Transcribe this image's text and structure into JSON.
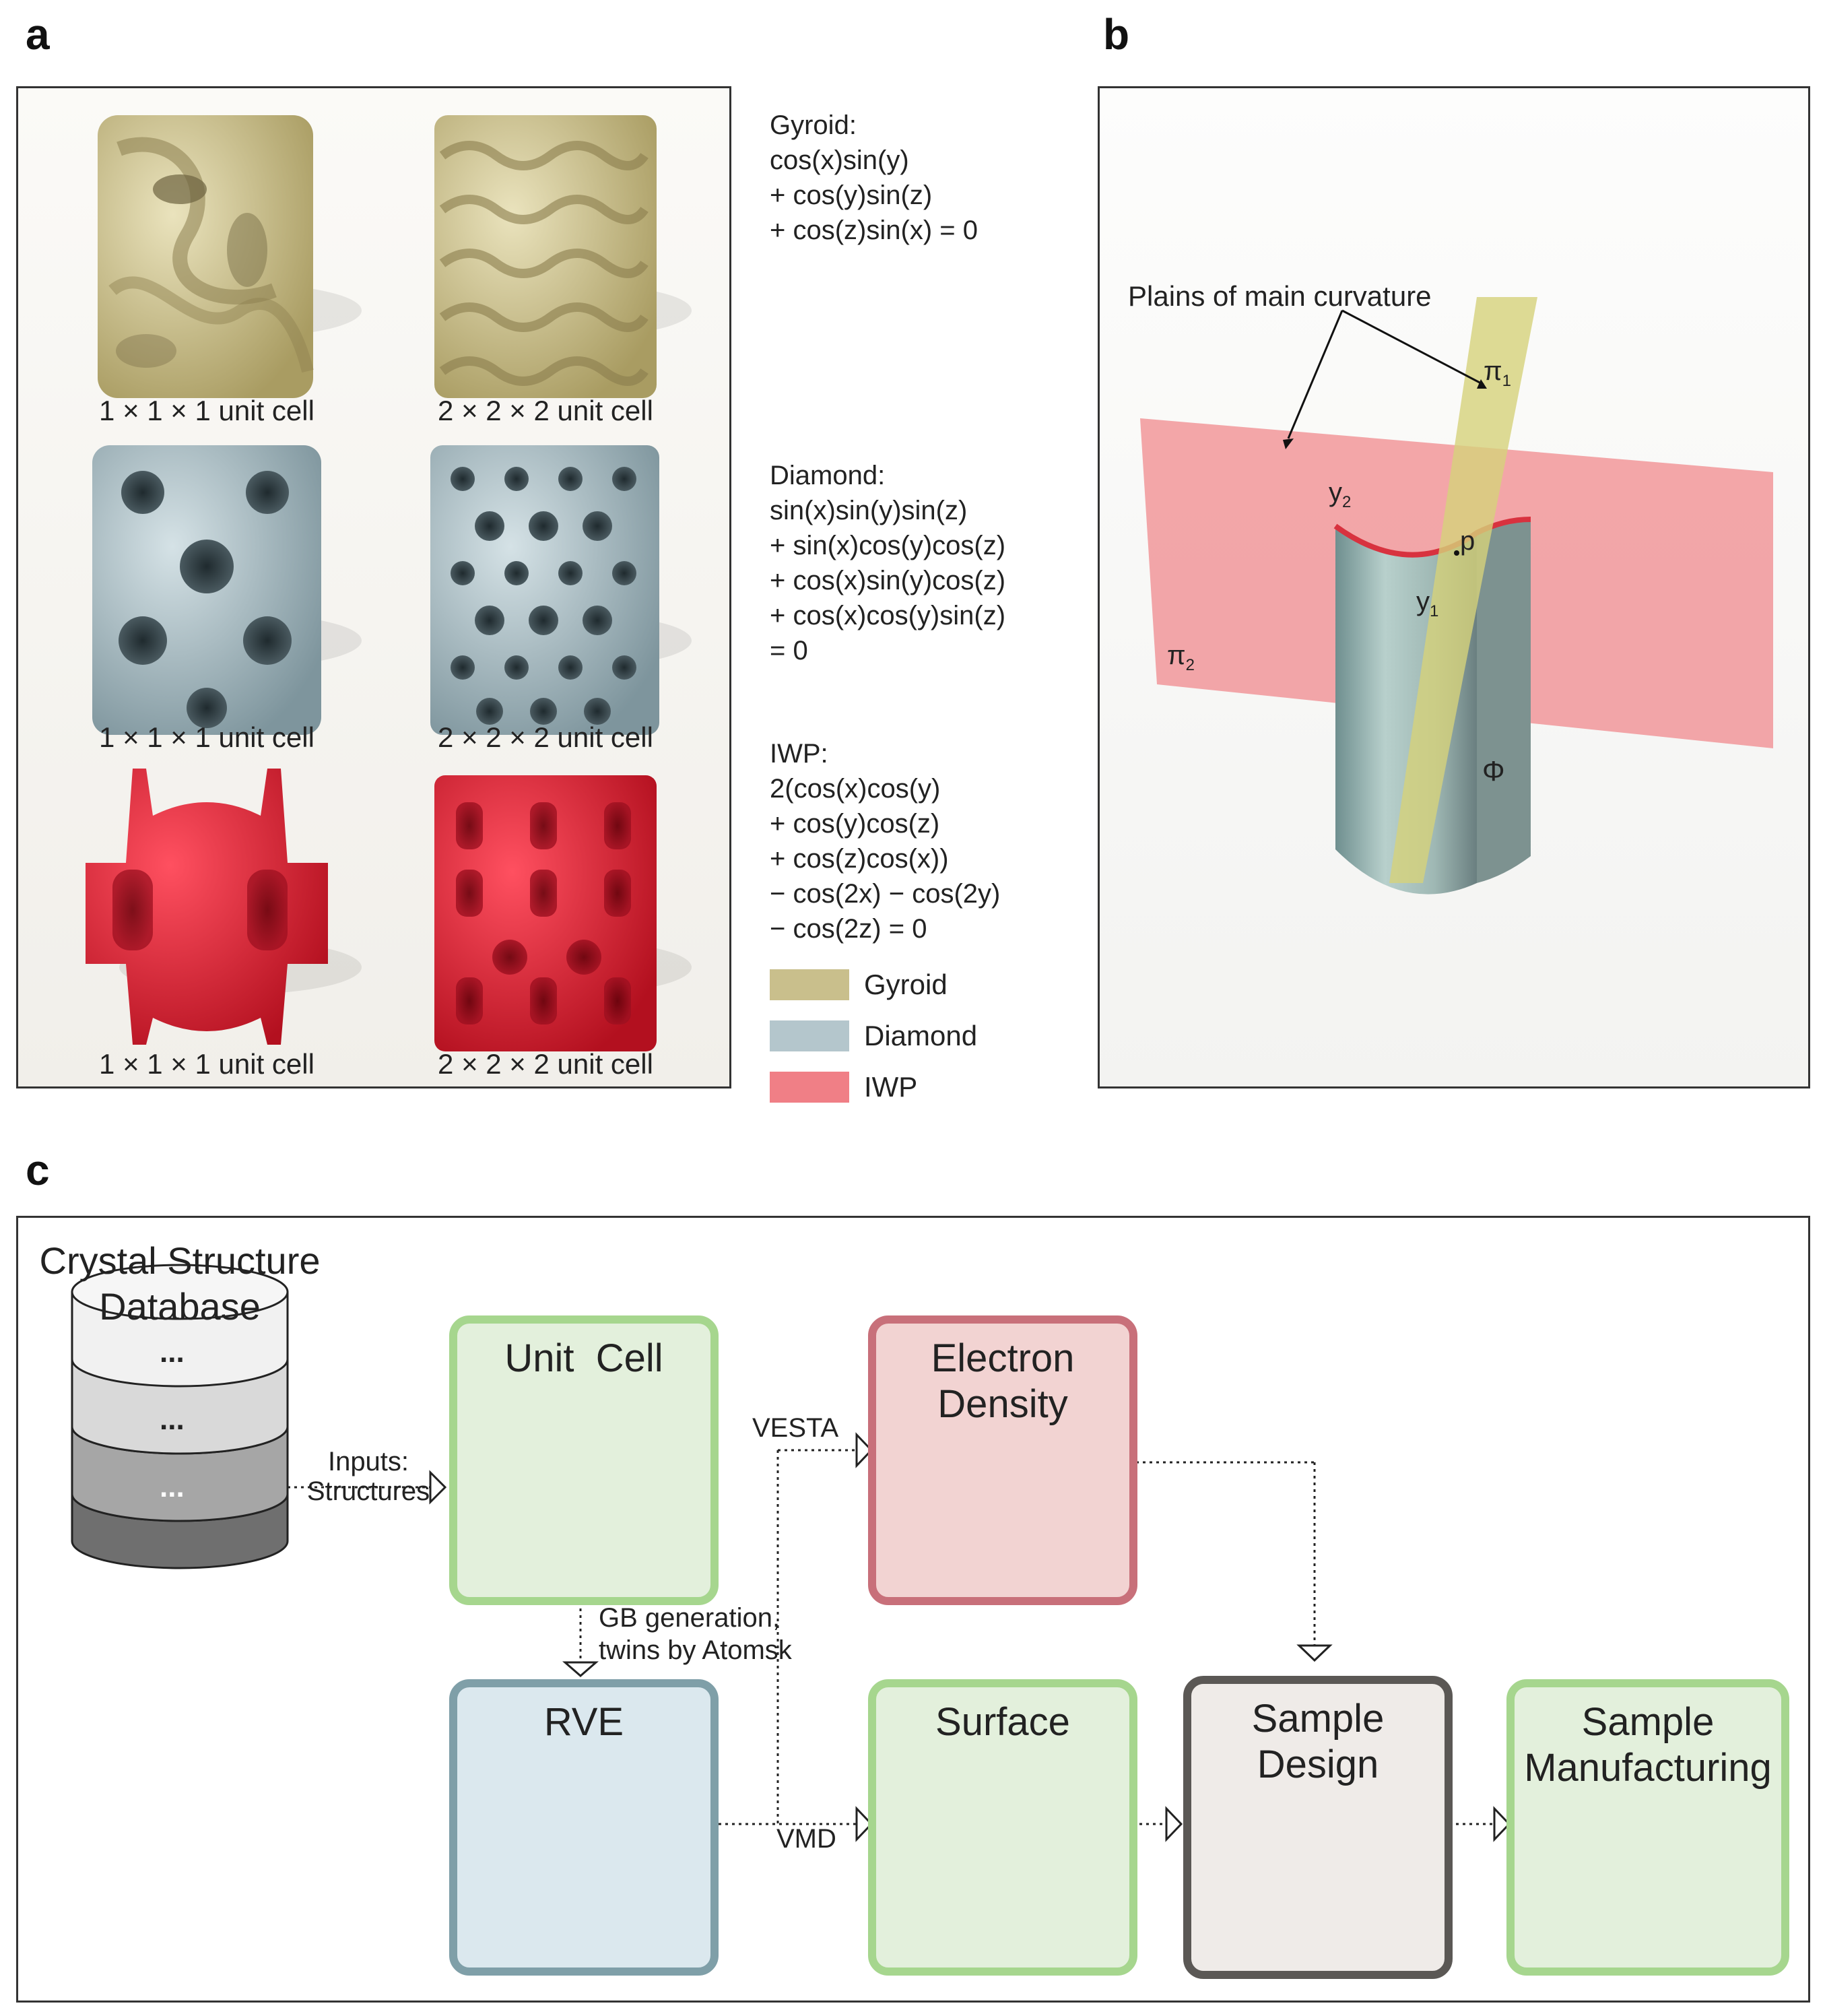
{
  "panels": {
    "a": "a",
    "b": "b",
    "c": "c"
  },
  "panel_a": {
    "unit_cell_captions": {
      "single": "1 × 1 × 1 unit cell",
      "double": "2 × 2 × 2 unit cell"
    },
    "equations": {
      "gyroid": [
        "Gyroid:",
        "cos(x)sin(y)",
        "+ cos(y)sin(z)",
        "+ cos(z)sin(x) = 0"
      ],
      "diamond": [
        "Diamond:",
        "sin(x)sin(y)sin(z)",
        "+ sin(x)cos(y)cos(z)",
        "+ cos(x)sin(y)cos(z)",
        "+ cos(x)cos(y)sin(z)",
        "= 0"
      ],
      "iwp": [
        "IWP:",
        "2(cos(x)cos(y)",
        "+ cos(y)cos(z)",
        "+ cos(z)cos(x))",
        "− cos(2x) − cos(2y)",
        "− cos(2z) = 0"
      ]
    },
    "legend": [
      {
        "label": "Gyroid",
        "color": "#c9bf8c"
      },
      {
        "label": "Diamond",
        "color": "#b4c6cc"
      },
      {
        "label": "IWP",
        "color": "#f07f86"
      }
    ],
    "colors": {
      "gyroid": "#cfc596",
      "diamond": "#a9bcc3",
      "iwp": "#e8283c"
    }
  },
  "panel_b": {
    "annotation": "Plains of main curvature",
    "labels": {
      "pi1": "π",
      "pi1_sub": "1",
      "pi2": "π",
      "pi2_sub": "2",
      "y1": "y",
      "y1_sub": "1",
      "y2": "y",
      "y2_sub": "2",
      "p": "p",
      "phi": "Φ"
    }
  },
  "panel_c": {
    "database_title": "Crystal Structure\nDatabase",
    "database_disk_text": "...",
    "boxes": {
      "unit_cell": "Unit  Cell",
      "electron_density": "Electron\nDensity",
      "rve": "RVE",
      "surface": "Surface",
      "sample_design": "Sample\nDesign",
      "sample_manufacturing": "Sample\nManufacturing"
    },
    "flow_labels": {
      "inputs": "Inputs:\nStructures",
      "vesta": "VESTA",
      "gb": "GB generation,\ntwins by Atomsk",
      "vmd": "VMD"
    },
    "colors": {
      "green_border": "#a6d68e",
      "green_fill": "#e3f0dc",
      "red_border": "#c8707a",
      "red_fill": "#f2d3d2",
      "blue_border": "#7f9fa8",
      "blue_fill": "#dbe8ee",
      "gray_border": "#5b5855",
      "gray_fill": "#efebe8"
    }
  }
}
